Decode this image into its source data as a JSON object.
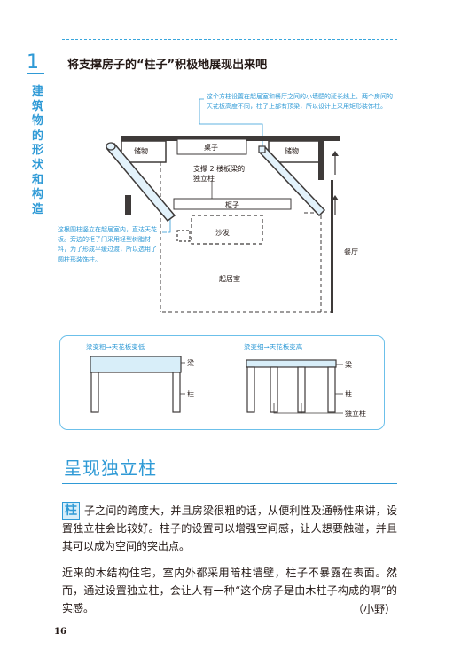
{
  "chapter": {
    "number": "1",
    "title": "建筑物的形状和构造"
  },
  "section_title": "将支撑房子的“柱子”积极地展现出来吧",
  "plan": {
    "note_top": "这个方柱设置在起居室和餐厅之间的小墙壁的延长线上。两个房间的天花板高度不同，柱子上部有顶梁，所以设计上采用矩形装饰柱。",
    "note_left": "这根圆柱竖立在起居室内，直达天花板。旁边的柜子门采用轻型树脂材料，为了形成平缓过渡，所以选用了圆柱形装饰柱。",
    "label_storage_left": "储物",
    "label_table": "桌子",
    "label_storage_right": "储物",
    "label_column_line1": "支撑 2 楼板梁的",
    "label_column_line2": "独立柱",
    "label_cabinet": "柜子",
    "label_sofa": "沙发",
    "label_dining": "餐厅",
    "label_living": "起居室"
  },
  "section_diagram": {
    "left_caption": "梁变粗→天花板变低",
    "right_caption": "梁变细→天花板变高",
    "label_beam_left": "梁",
    "label_column_left": "柱",
    "label_beam_right": "梁",
    "label_column_right": "柱",
    "label_standalone": "独立柱"
  },
  "heading": "呈现独立柱",
  "dropcap": "柱",
  "paragraph1": "子之间的跨度大，并且房梁很粗的话，从便利性及通畅性来讲，设置独立柱会比较好。柱子的设置可以增强空间感，让人想要触碰，并且其可以成为空间的突出点。",
  "paragraph2": "近来的木结构住宅，室内外都采用暗柱墙壁，柱子不暴露在表面。然而，通过设置独立柱，会让人有一种“这个房子是由木柱子构成的啊”的实感。",
  "signature": "（小野）",
  "page_number": "16",
  "colors": {
    "accent_blue": "#2f9ad6",
    "light_blue": "#d8eef9",
    "text": "#231815"
  }
}
